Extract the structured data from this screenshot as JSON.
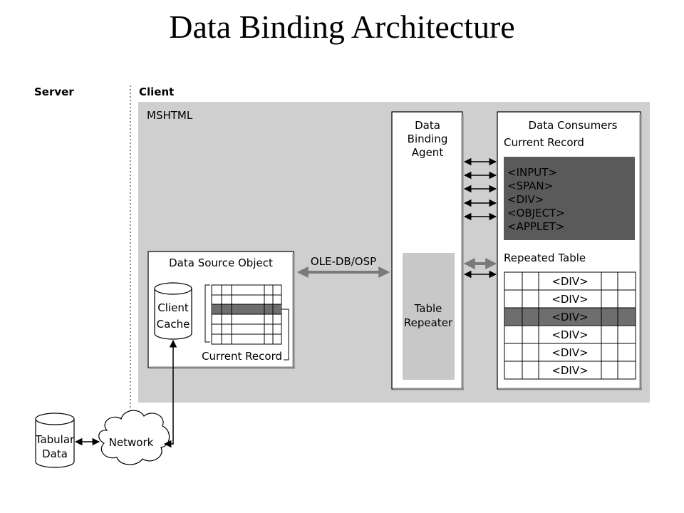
{
  "title": "Data Binding Architecture",
  "diagram": {
    "server_label": "Server",
    "client_label": "Client",
    "mshtml_label": "MSHTML",
    "dso": {
      "title": "Data Source Object",
      "cache_line1": "Client",
      "cache_line2": "Cache",
      "current_record": "Current Record"
    },
    "connection_label": "OLE-DB/OSP",
    "agent": {
      "line1": "Data",
      "line2": "Binding",
      "line3": "Agent",
      "repeater_line1": "Table",
      "repeater_line2": "Repeater"
    },
    "consumers": {
      "title": "Data Consumers",
      "current_record": "Current Record",
      "elements": [
        "<INPUT>",
        "<SPAN>",
        "<DIV>",
        "<OBJECT>",
        "<APPLET>"
      ],
      "repeated_table": "Repeated Table",
      "rows": [
        "<DIV>",
        "<DIV>",
        "<DIV>",
        "<DIV>",
        "<DIV>",
        "<DIV>"
      ]
    },
    "tabular_line1": "Tabular",
    "tabular_line2": "Data",
    "network_label": "Network"
  },
  "colors": {
    "client_area": "#cfcfcf",
    "dark_fill": "#5a5a5a",
    "highlight_row": "#6e6e6e",
    "repeater_fill": "#c8c8c8",
    "arrow": "#7a7a7a"
  }
}
